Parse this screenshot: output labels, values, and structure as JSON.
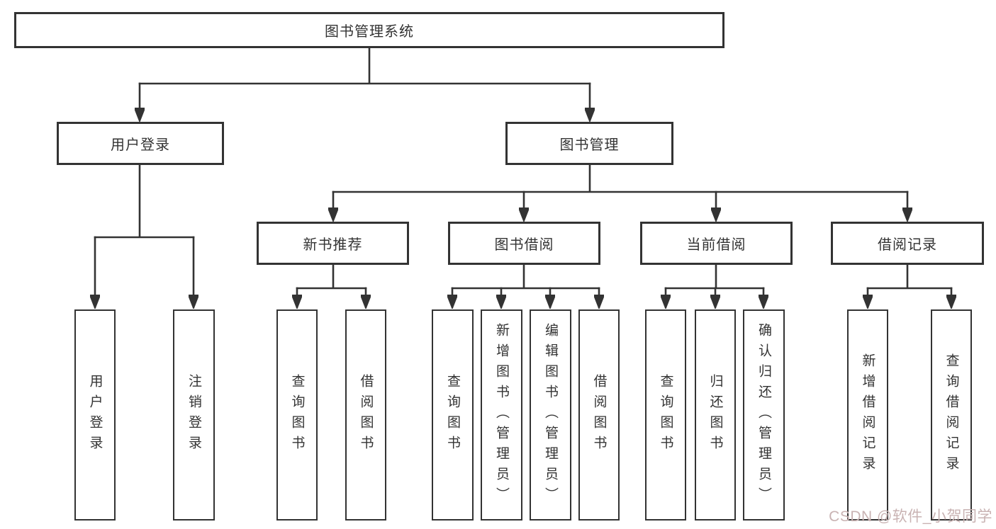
{
  "diagram": {
    "root": {
      "label": "图书管理系统"
    },
    "branches": [
      {
        "label": "用户登录",
        "children": [
          {
            "label": "用户登录"
          },
          {
            "label": "注销登录"
          }
        ]
      },
      {
        "label": "图书管理",
        "children": [
          {
            "label": "新书推荐",
            "children": [
              {
                "label": "查询图书"
              },
              {
                "label": "借阅图书"
              }
            ]
          },
          {
            "label": "图书借阅",
            "children": [
              {
                "label": "查询图书"
              },
              {
                "label": "新增图书（管理员）"
              },
              {
                "label": "编辑图书（管理员）"
              },
              {
                "label": "借阅图书"
              }
            ]
          },
          {
            "label": "当前借阅",
            "children": [
              {
                "label": "查询图书"
              },
              {
                "label": "归还图书"
              },
              {
                "label": "确认归还（管理员）"
              }
            ]
          },
          {
            "label": "借阅记录",
            "children": [
              {
                "label": "新增借阅记录"
              },
              {
                "label": "查询借阅记录"
              }
            ]
          }
        ]
      }
    ]
  },
  "watermark": {
    "text": "CSDN @软件_小贺同学"
  },
  "colors": {
    "line": "#333333",
    "box_border": "#333333",
    "box_fill": "#ffffff",
    "text": "#333333",
    "background": "#ffffff",
    "watermark": "#c9b3b3"
  }
}
